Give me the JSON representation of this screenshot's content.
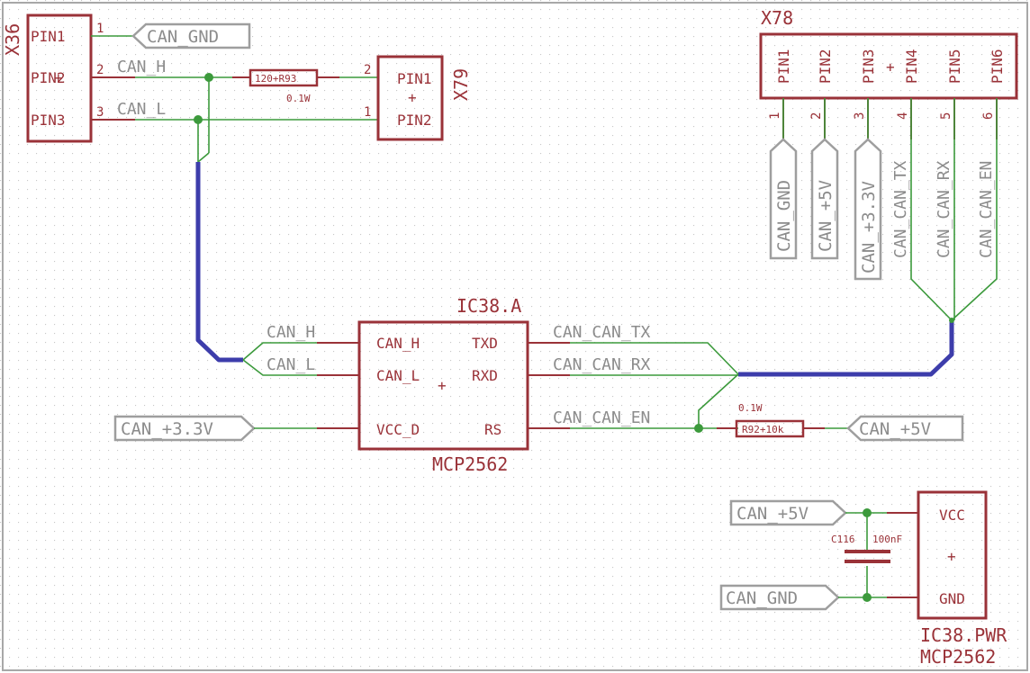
{
  "x36": {
    "ref": "X36",
    "pins": [
      "PIN1",
      "PIN2",
      "PIN3"
    ],
    "nums": [
      "1",
      "2",
      "3"
    ]
  },
  "x79": {
    "ref": "X79",
    "pins": [
      "PIN1",
      "PIN2"
    ],
    "nums": [
      "2",
      "1"
    ],
    "plus": "+"
  },
  "x78": {
    "ref": "X78",
    "pins": [
      "PIN1",
      "PIN2",
      "PIN3",
      "PIN4",
      "PIN5",
      "PIN6"
    ],
    "nums": [
      "1",
      "2",
      "3",
      "4",
      "5",
      "6"
    ],
    "plus": "+"
  },
  "r93": {
    "name": "120+R93",
    "rating": "0.1W"
  },
  "r92": {
    "name": "R92+10k",
    "rating": "0.1W"
  },
  "c116": {
    "name": "C116",
    "value": "100nF"
  },
  "ic38a": {
    "ref": "IC38.A",
    "part": "MCP2562",
    "pins": {
      "canh": "CAN_H",
      "canl": "CAN_L",
      "vcc": "VCC_D",
      "txd": "TXD",
      "rxd": "RXD",
      "rs": "RS"
    },
    "plus": "+"
  },
  "ic38pwr": {
    "ref": "IC38.PWR",
    "part": "MCP2562",
    "vcc": "VCC",
    "gnd": "GND",
    "plus": "+"
  },
  "nets": {
    "can_h": "CAN_H",
    "can_l": "CAN_L",
    "can_gnd": "CAN_GND",
    "can_5v": "CAN_+5V",
    "can_33v": "CAN_+3.3V",
    "can_tx": "CAN_CAN_TX",
    "can_rx": "CAN_CAN_RX",
    "can_en": "CAN_CAN_EN"
  }
}
